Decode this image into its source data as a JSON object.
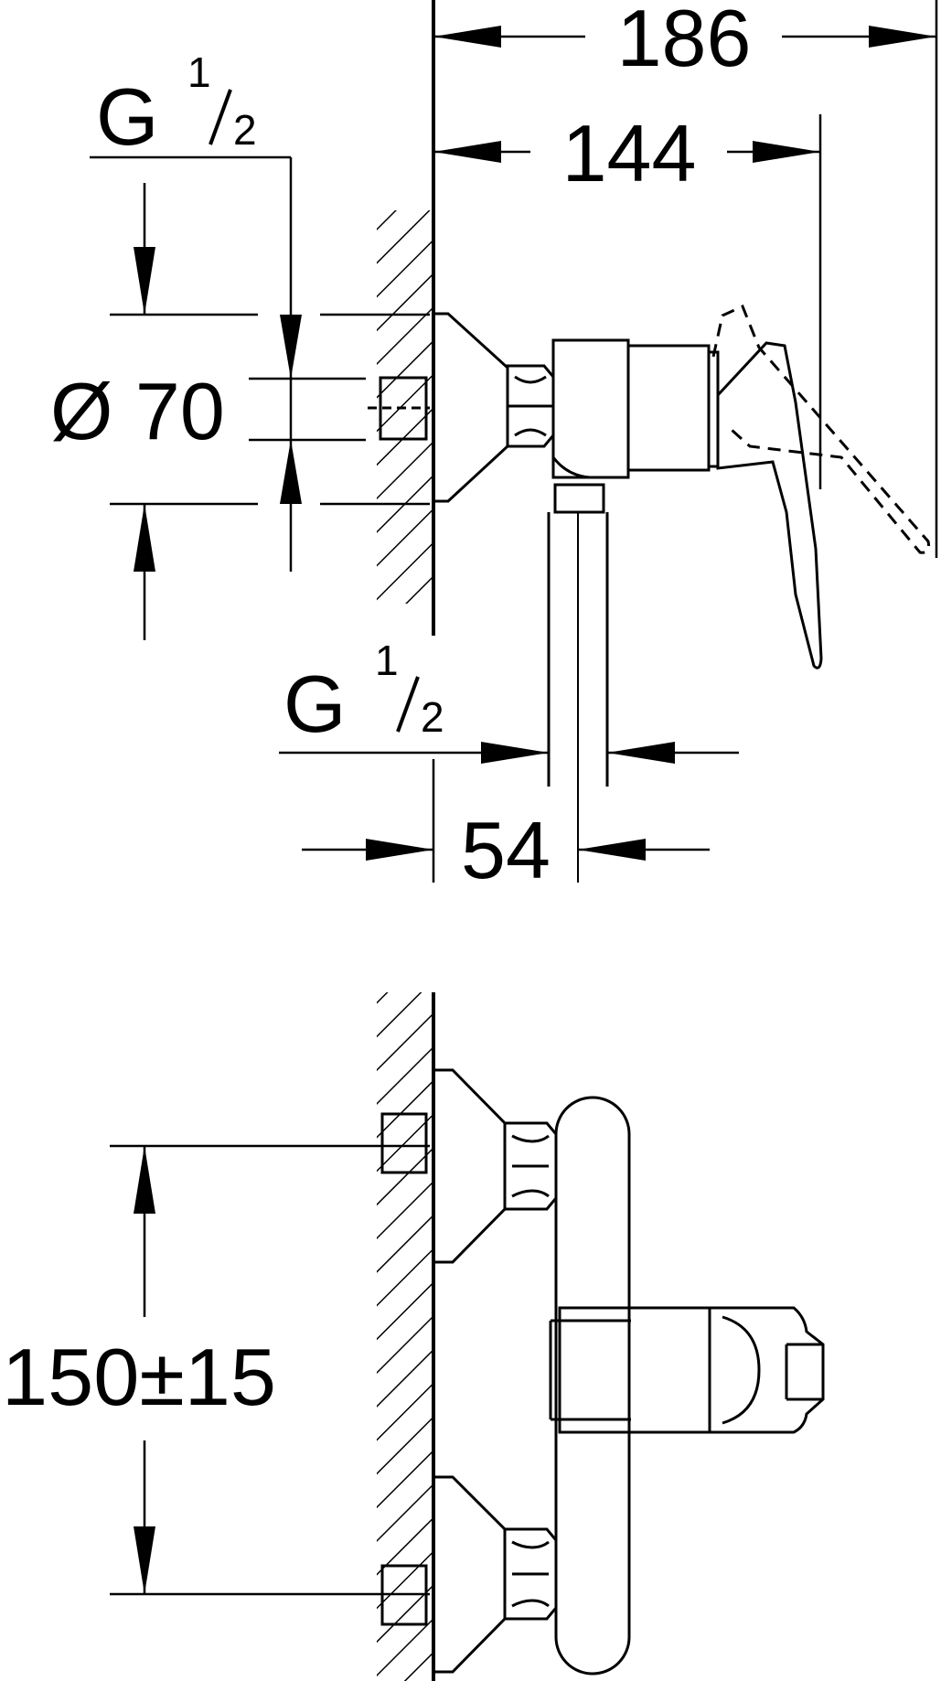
{
  "dimensions": {
    "width_total": "186",
    "width_body": "144",
    "thread_top_g": "G",
    "thread_top_num": "1",
    "thread_top_den": "2",
    "thread_bottom_g": "G",
    "thread_bottom_num": "1",
    "thread_bottom_den": "2",
    "diameter": "Ø 70",
    "outlet_offset": "54",
    "inlet_spacing": "150±15"
  },
  "colors": {
    "line": "#000000",
    "background": "#ffffff"
  }
}
